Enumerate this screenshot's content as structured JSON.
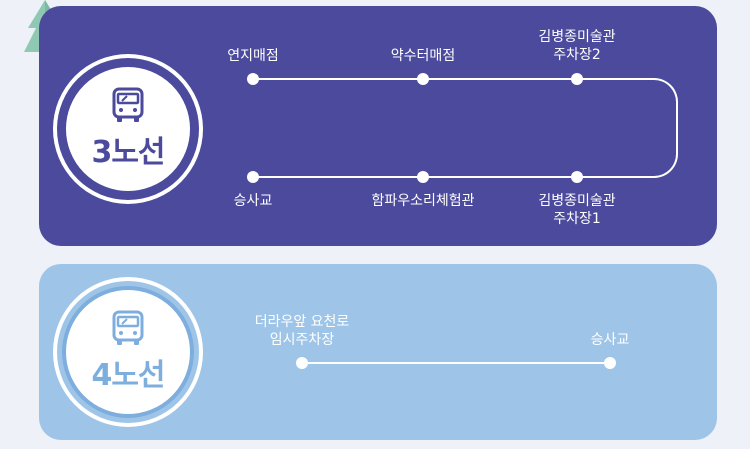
{
  "route3": {
    "label": "3노선",
    "top_stops": [
      "연지매점",
      "약수터매점"
    ],
    "top_right_stop": [
      "김병종미술관",
      "주차장2"
    ],
    "bottom_stops": [
      "승사교",
      "함파우소리체험관"
    ],
    "bottom_right_stop": [
      "김병종미술관",
      "주차장1"
    ],
    "color": "#4b4a9c"
  },
  "route4": {
    "label": "4노선",
    "start_stop": [
      "더라우앞 요천로",
      "임시주차장"
    ],
    "end_stop": "승사교",
    "color": "#9ec5e8"
  },
  "icons": {
    "bus": "bus-icon",
    "tree": "tree-icon"
  }
}
